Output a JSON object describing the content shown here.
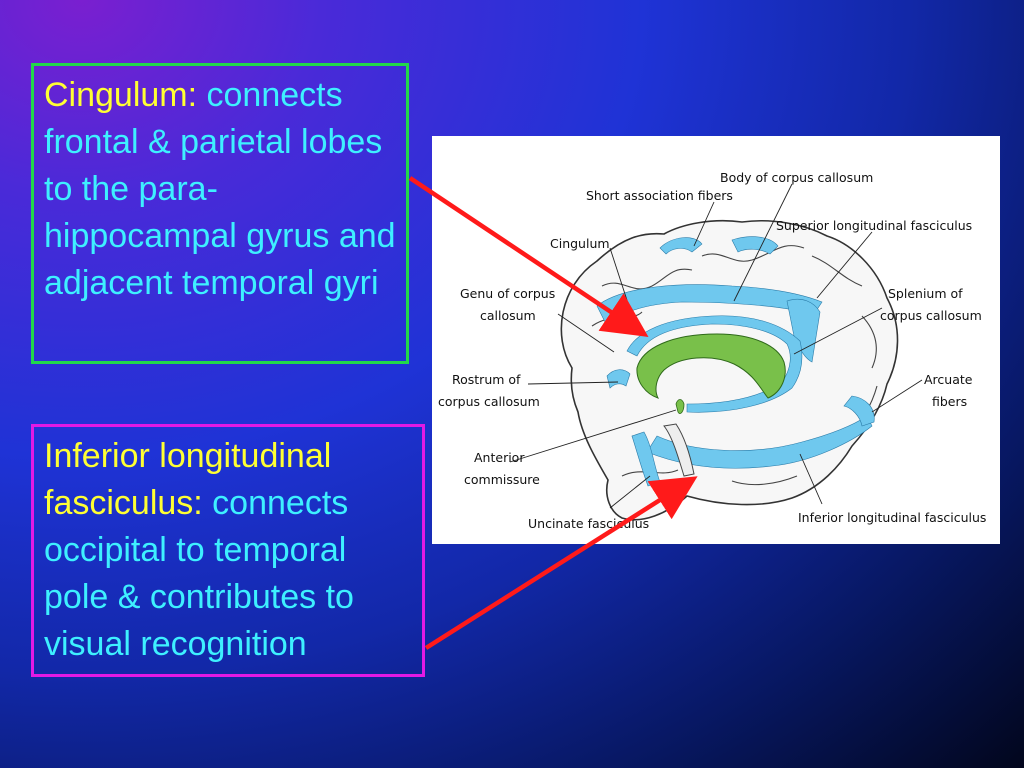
{
  "colors": {
    "term": "#ffff33",
    "body_text": "#3ef0ff",
    "box1_border": "#22d84a",
    "box2_border": "#e21ae4",
    "arrow": "#ff1a1a",
    "fiber_fill": "#6fc8ee",
    "callosum_fill": "#79c04a"
  },
  "cingulum_box": {
    "term": "Cingulum:",
    "description": " connects frontal & parietal lobes to the para-hippocampal gyrus and adjacent temporal gyri"
  },
  "ilf_box": {
    "term": "Inferior longitudinal fasciculus:",
    "description": " connects occipital to temporal pole & contributes to visual recognition"
  },
  "figure": {
    "labels": {
      "body_cc": "Body of corpus callosum",
      "short_assoc": "Short association fibers",
      "slf": "Superior longitudinal fasciculus",
      "cingulum": "Cingulum",
      "genu_1": "Genu of corpus",
      "genu_2": "callosum",
      "splenium_1": "Splenium of",
      "splenium_2": "corpus callosum",
      "rostrum_1": "Rostrum of",
      "rostrum_2": "corpus callosum",
      "arcuate_1": "Arcuate",
      "arcuate_2": "fibers",
      "anterior_1": "Anterior",
      "anterior_2": "commissure",
      "uncinate": "Uncinate fasciculus",
      "ilf": "Inferior longitudinal fasciculus"
    }
  }
}
